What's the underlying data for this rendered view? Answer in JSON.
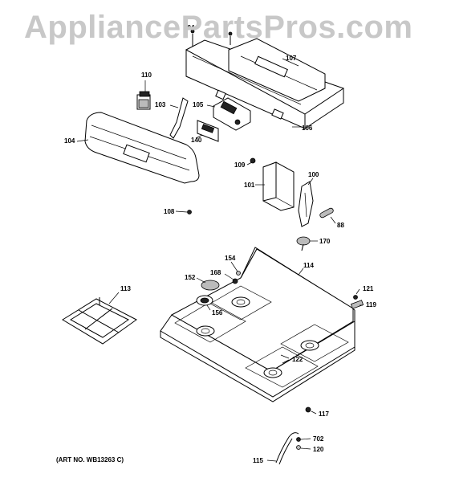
{
  "watermark": "AppliancePartsPros.com",
  "art_number": "(ART NO. WB13263 C)",
  "parts": {
    "p104_top": "104",
    "p107": "107",
    "p110": "110",
    "p103": "103",
    "p105": "105",
    "p106": "106",
    "p104": "104",
    "p140": "140",
    "p109": "109",
    "p100": "100",
    "p101": "101",
    "p108": "108",
    "p88": "88",
    "p170": "170",
    "p154": "154",
    "p114": "114",
    "p152": "152",
    "p168": "168",
    "p113": "113",
    "p156": "156",
    "p121": "121",
    "p119": "119",
    "p122": "122",
    "p117": "117",
    "p702": "702",
    "p120": "120",
    "p115": "115"
  }
}
